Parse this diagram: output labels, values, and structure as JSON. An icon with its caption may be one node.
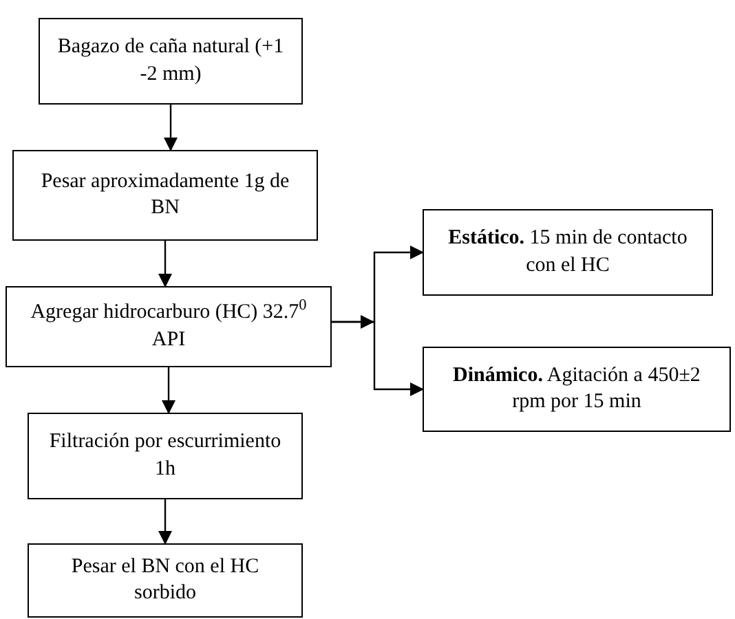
{
  "diagram": {
    "nodes": [
      {
        "text": [
          "Bagazo de caña natural (+1 -2 mm)"
        ]
      },
      {
        "text": [
          "Pesar aproximadamente 1g de BN"
        ]
      },
      {
        "text": [
          "Agregar hidrocarburo (HC) 32.7$^{0}$ API"
        ]
      },
      {
        "text": [
          "Filtración por escurrimiento 1h"
        ]
      },
      {
        "text": [
          "Pesar el BN con el HC sorbido"
        ]
      },
      {
        "text": [
          "**Estático.** 15 min de contacto con el HC"
        ]
      },
      {
        "text": [
          "**Dinámico.** Agitación a 450±2 rpm por 15 min"
        ]
      }
    ],
    "edges": [
      {
        "from": 0,
        "to": 1,
        "arrow": "to"
      },
      {
        "from": 1,
        "to": 2,
        "arrow": "to"
      },
      {
        "from": 2,
        "to": 3,
        "arrow": "to"
      },
      {
        "from": 3,
        "to": 4,
        "arrow": "to"
      },
      {
        "from": 2,
        "to": 5,
        "arrow": "to"
      },
      {
        "from": 2,
        "to": 6,
        "arrow": "to"
      }
    ]
  }
}
